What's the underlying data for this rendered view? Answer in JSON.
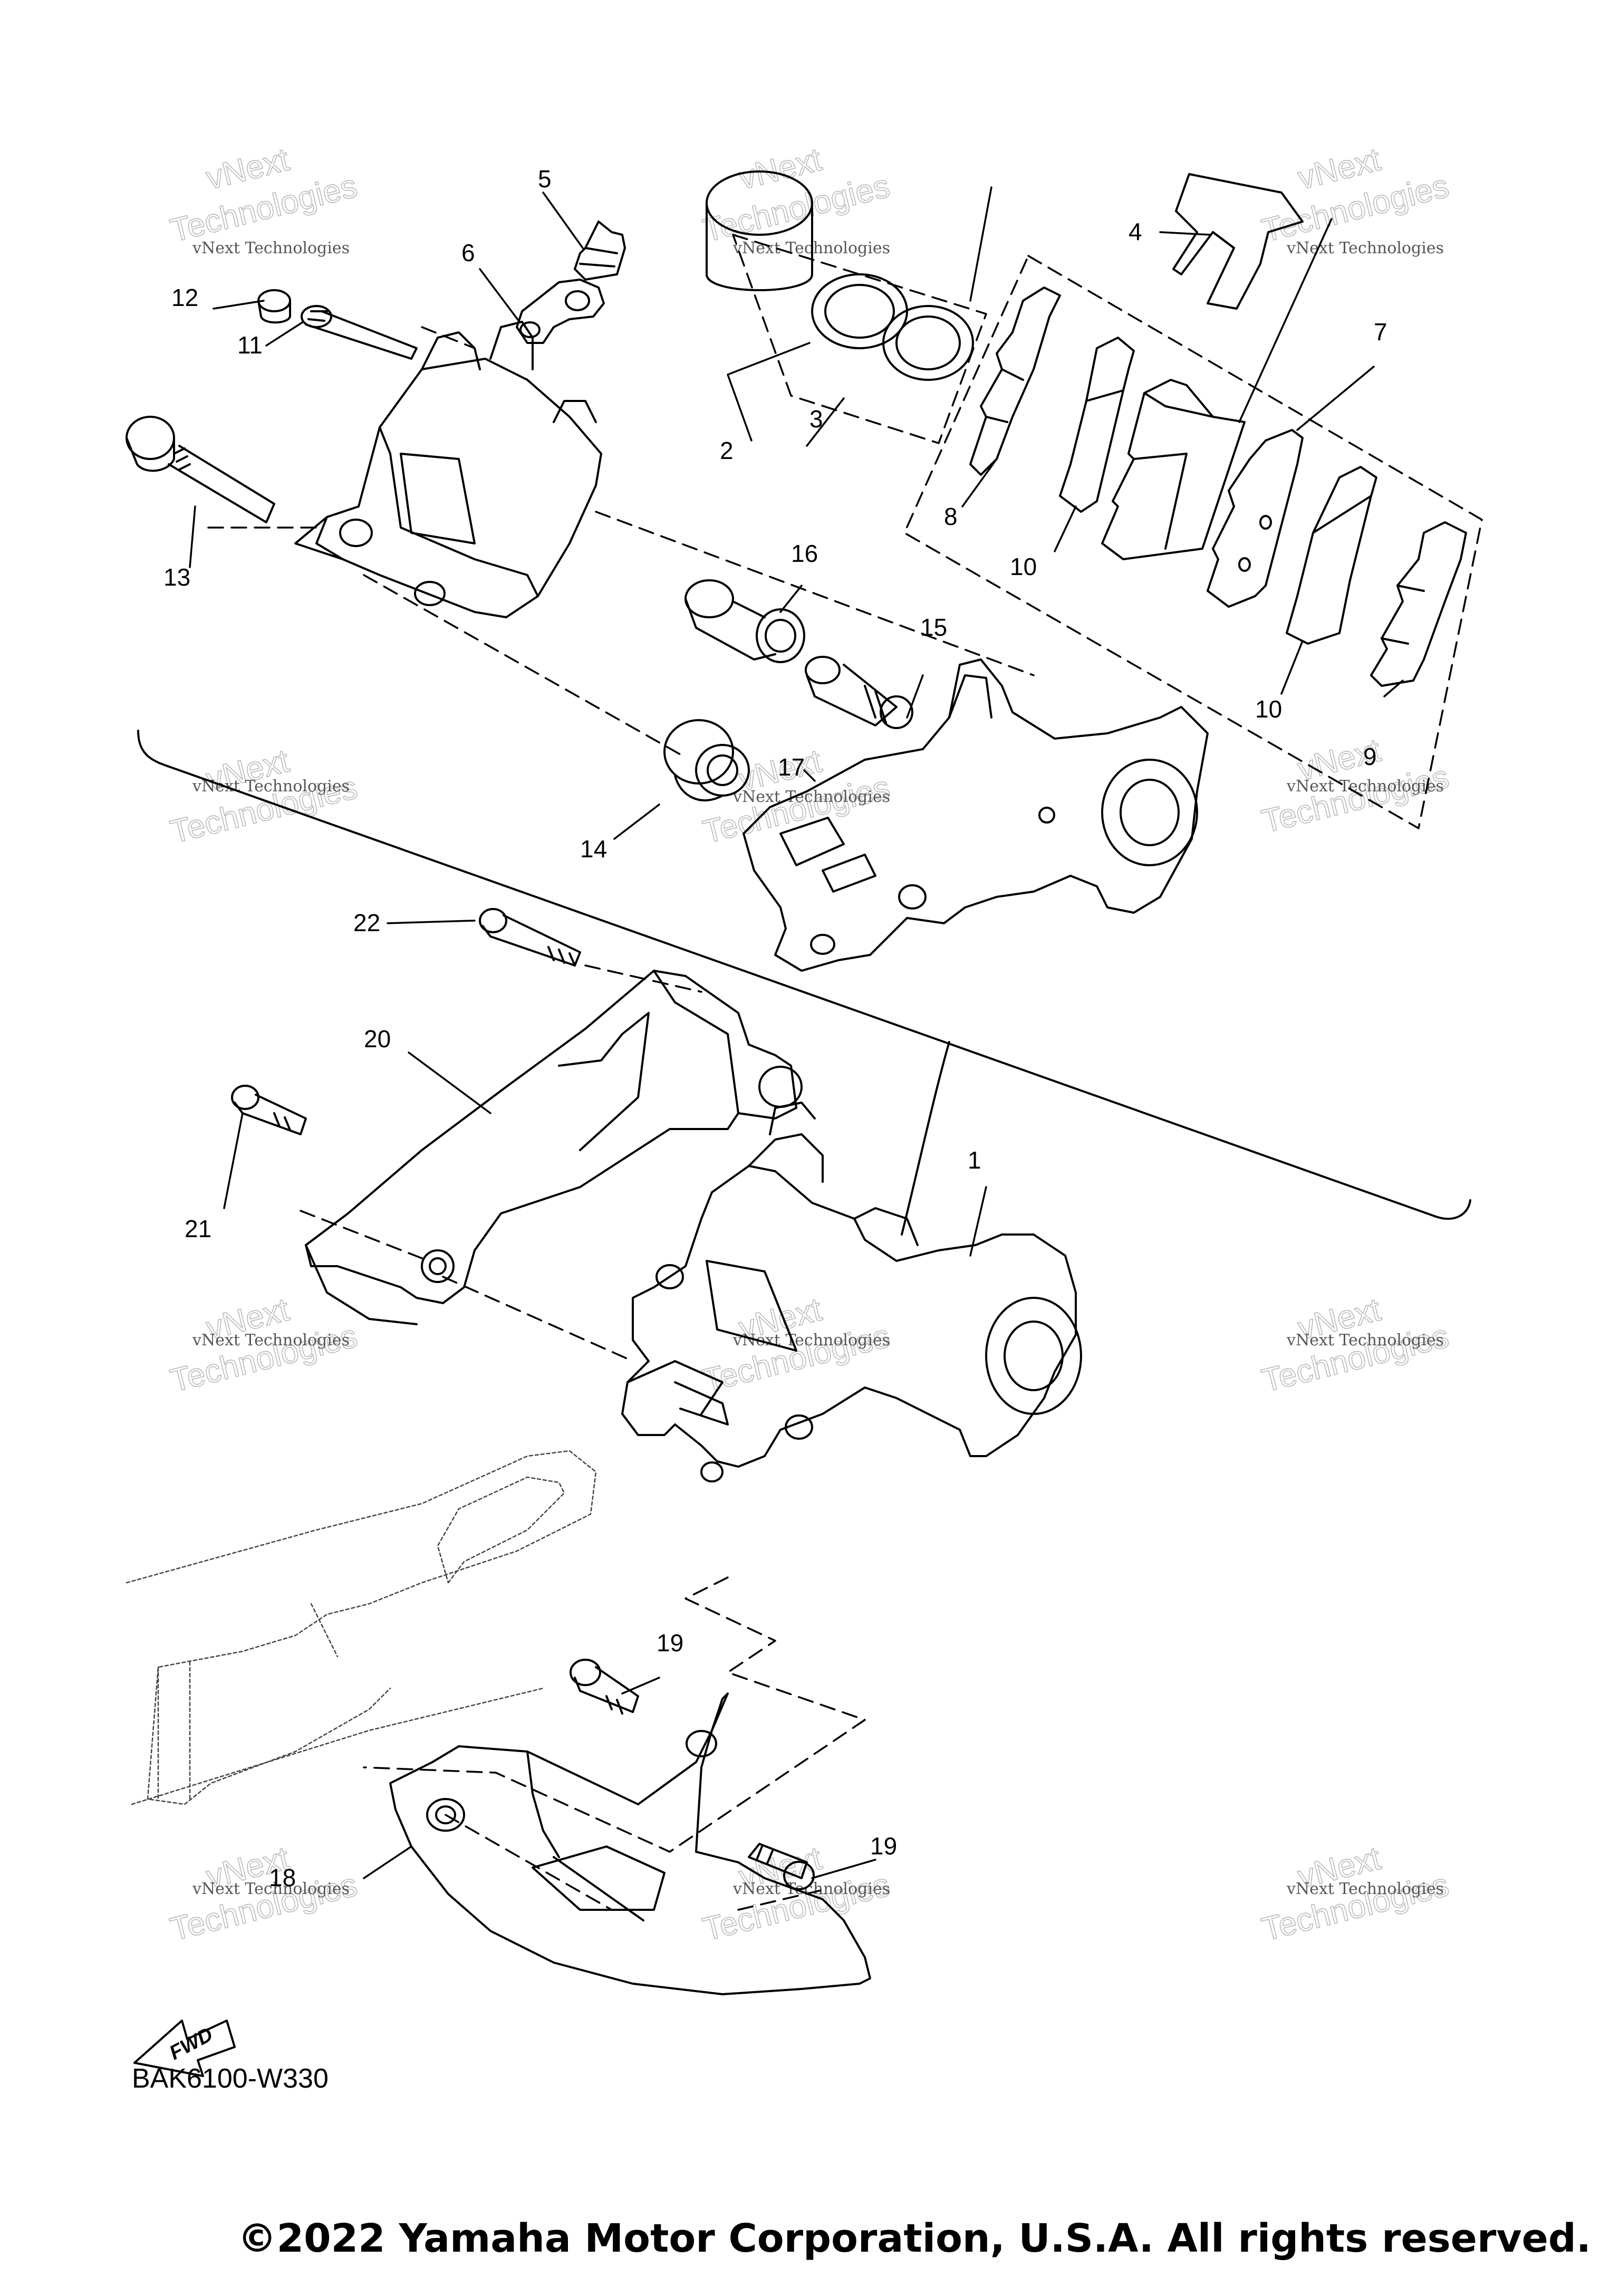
{
  "callouts": {
    "p1": "1",
    "p2": "2",
    "p3": "3",
    "p4": "4",
    "p5": "5",
    "p6": "6",
    "p7": "7",
    "p8": "8",
    "p9": "9",
    "p10a": "10",
    "p10b": "10",
    "p11": "11",
    "p12": "12",
    "p13": "13",
    "p14": "14",
    "p15": "15",
    "p16": "16",
    "p17": "17",
    "p18": "18",
    "p19a": "19",
    "p19b": "19",
    "p20": "20",
    "p21": "21",
    "p22": "22"
  },
  "fwd_label": "FWD",
  "watermark": {
    "line1": "vNext",
    "line2": "vNext Technologies",
    "line3": "Technologies"
  },
  "diagram_code": "BAK6100-W330",
  "copyright": "©2022 Yamaha Motor Corporation, U.S.A. All rights reserved."
}
